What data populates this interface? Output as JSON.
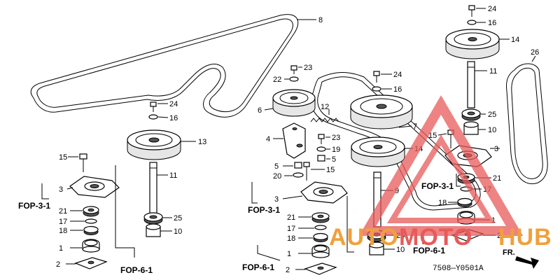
{
  "labels": {
    "p1_a": "1",
    "p1_b": "1",
    "p1_c": "1",
    "p2_a": "2",
    "p2_b": "2",
    "p2_c": "2",
    "p3_a": "3",
    "p3_b": "3",
    "p3_c": "3",
    "p4": "4",
    "p5_a": "5",
    "p5_b": "5",
    "p6": "6",
    "p7": "7",
    "p8": "8",
    "p9": "9",
    "p10_a": "10",
    "p10_b": "10",
    "p10_c": "10",
    "p11_a": "11",
    "p11_b": "11",
    "p12": "12",
    "p13": "13",
    "p14_a": "14",
    "p14_b": "14",
    "p15_a": "15",
    "p15_b": "15",
    "p15_c": "15",
    "p16_a": "16",
    "p16_b": "16",
    "p16_c": "16",
    "p17_a": "17",
    "p17_b": "17",
    "p17_c": "17",
    "p18_a": "18",
    "p18_b": "18",
    "p18_c": "18",
    "p19": "19",
    "p20": "20",
    "p21_a": "21",
    "p21_b": "21",
    "p21_c": "21",
    "p22": "22",
    "p23_a": "23",
    "p23_b": "23",
    "p24_a": "24",
    "p24_b": "24",
    "p24_c": "24",
    "p25_a": "25",
    "p25_b": "25",
    "p25_c": "25",
    "p26": "26"
  },
  "refs": {
    "fop31_left": "FOP-3-1",
    "fop31_mid": "FOP-3-1",
    "fop31_right": "FOP-3-1",
    "fop61_left": "FOP-6-1",
    "fop61_mid": "FOP-6-1",
    "fop61_right": "FOP-6-1"
  },
  "diagram_code": "7508—Y0501A",
  "direction_label": "FR.",
  "watermark": {
    "left": "AUTO",
    "right": "MOTO",
    "tail": "HUB",
    "color": "#e85a5a",
    "orange": "#f0a03c"
  }
}
